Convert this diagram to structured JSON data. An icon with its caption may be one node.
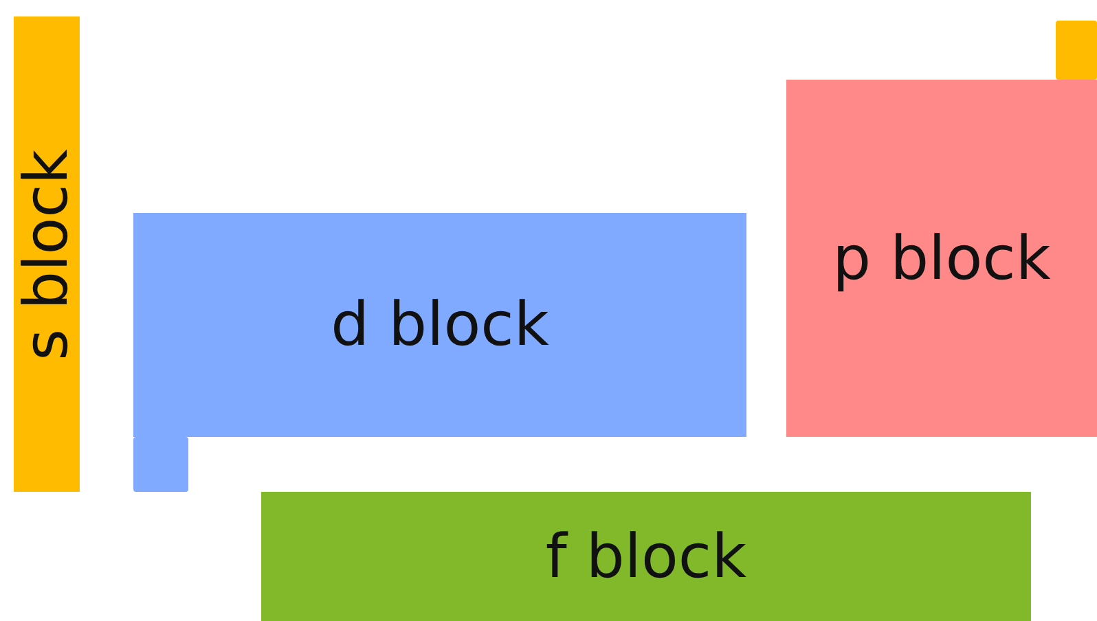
{
  "diagram": {
    "nodes": [
      {
        "text": [
          "s block"
        ]
      },
      {
        "text": [],
        "shape": "box"
      },
      {
        "text": [
          "p block"
        ]
      },
      {
        "text": [
          "d block"
        ]
      },
      {
        "text": [],
        "shape": "box"
      },
      {
        "text": [
          "f block"
        ]
      }
    ]
  }
}
